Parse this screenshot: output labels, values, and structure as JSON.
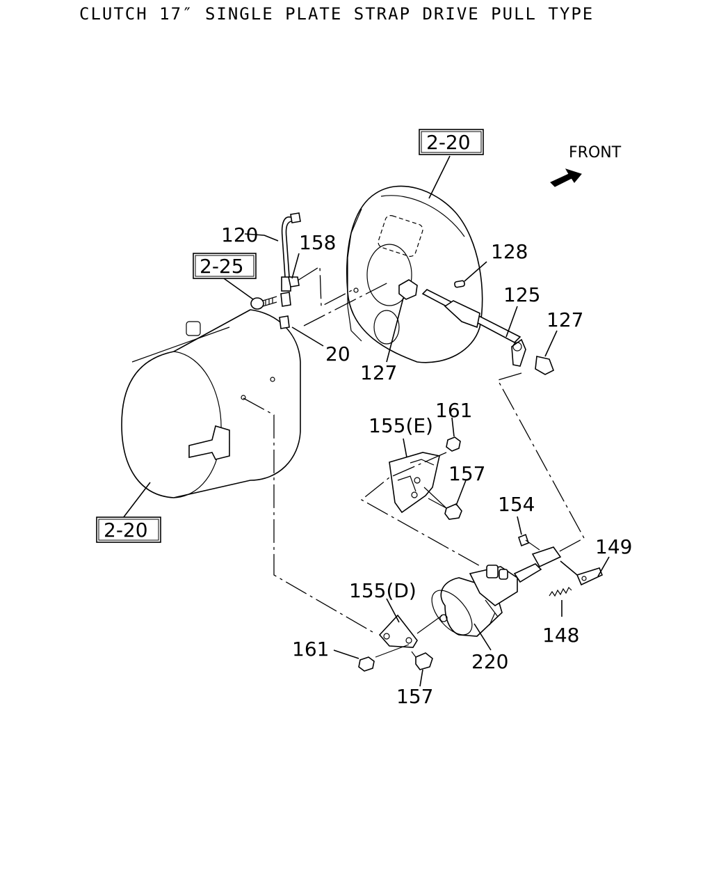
{
  "title": "CLUTCH 17″ SINGLE PLATE STRAP DRIVE PULL TYPE",
  "front": "FRONT",
  "refs": {
    "flywheel_housing": "2-20",
    "transmission": "2-20",
    "bolt_ref": "2-25"
  },
  "callouts": {
    "c120": "120",
    "c158": "158",
    "c20": "20",
    "c127a": "127",
    "c127b": "127",
    "c128": "128",
    "c125": "125",
    "c161a": "161",
    "c155e": "155(E)",
    "c157a": "157",
    "c154": "154",
    "c149": "149",
    "c148": "148",
    "c155d": "155(D)",
    "c161b": "161",
    "c157b": "157",
    "c220": "220"
  }
}
